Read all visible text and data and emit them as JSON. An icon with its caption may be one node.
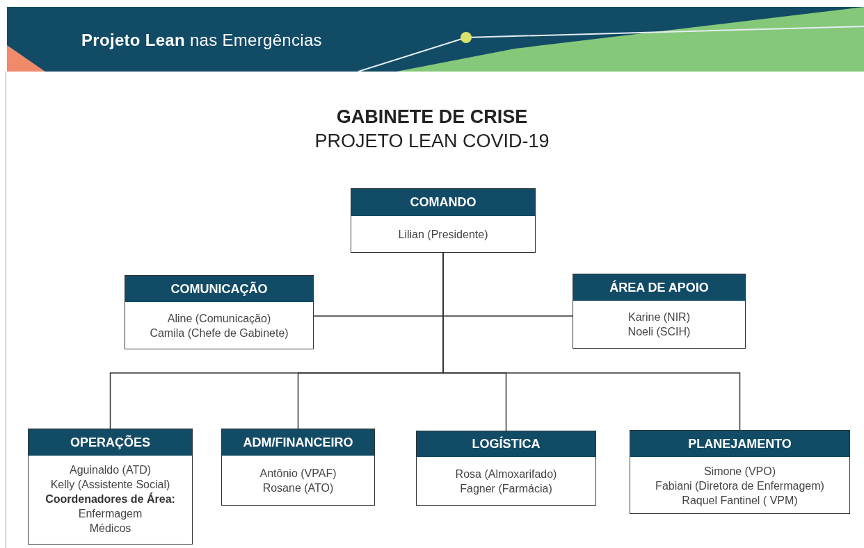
{
  "diagram": {
    "title": "GABINETE DE CRISE",
    "nodes": [
      {
        "text": [
          "COMANDO",
          "Lilian (Presidente)"
        ]
      },
      {
        "text": [
          "COMUNICAÇÃO",
          "Aline (Comunicação)",
          "Camila (Chefe de Gabinete)"
        ]
      },
      {
        "text": [
          "ÁREA DE APOIO",
          "Karine (NIR)",
          "Noeli (SCIH)"
        ]
      },
      {
        "text": [
          "OPERAÇÕES",
          "Aguinaldo (ATD)",
          "Kelly (Assistente Social)",
          "**Coordenadores de Área:**",
          "Enfermagem",
          "Médicos"
        ]
      },
      {
        "text": [
          "ADM/FINANCEIRO",
          "Antônio (VPAF)",
          "Rosane (ATO)"
        ]
      },
      {
        "text": [
          "LOGÍSTICA",
          "Rosa (Almoxarifado)",
          "Fagner (Farmácia)"
        ]
      },
      {
        "text": [
          "PLANEJAMENTO",
          "Simone (VPO)",
          "Fabiani (Diretora de Enfermagem)",
          "Raquel Fantinel ( VPM)"
        ]
      }
    ],
    "edges": [
      {
        "from": 0,
        "to": 1,
        "arrow": "none"
      },
      {
        "from": 0,
        "to": 2,
        "arrow": "none"
      },
      {
        "from": 0,
        "to": 3,
        "arrow": "none"
      },
      {
        "from": 0,
        "to": 4,
        "arrow": "none"
      },
      {
        "from": 0,
        "to": 5,
        "arrow": "none"
      },
      {
        "from": 0,
        "to": 6,
        "arrow": "none"
      }
    ],
    "labels": [
      "**Projeto Lean** nas Emergências",
      "PROJETO LEAN COVID-19"
    ]
  }
}
